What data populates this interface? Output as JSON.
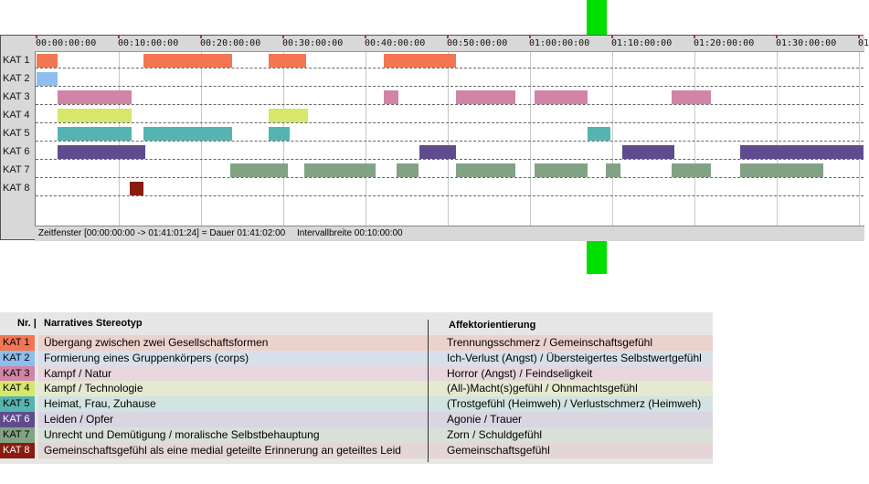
{
  "timeline": {
    "ticks": [
      "00:00:00:00",
      "00:10:00:00",
      "00:20:00:00",
      "00:30:00:00",
      "00:40:00:00",
      "00:50:00:00",
      "01:00:00:00",
      "01:10:00:00",
      "01:20:00:00",
      "01:30:00:00",
      "01"
    ],
    "status_window": "Zeitfenster [00:00:00:00 -> 01:41:01:24] = Dauer 01:41:02:00",
    "status_interval": "Intervallbreite 00:10:00:00",
    "rows": [
      {
        "label": "KAT 1",
        "color": "#f47552",
        "segments": [
          [
            0,
            2.5
          ],
          [
            13,
            23.8
          ],
          [
            28.2,
            32.8
          ],
          [
            42.2,
            51
          ]
        ]
      },
      {
        "label": "KAT 2",
        "color": "#8ebeee",
        "segments": [
          [
            0,
            2.5
          ]
        ]
      },
      {
        "label": "KAT 3",
        "color": "#d284a8",
        "segments": [
          [
            2.5,
            11.5
          ],
          [
            42.2,
            44
          ],
          [
            51,
            58.2
          ],
          [
            60.5,
            67
          ],
          [
            77.2,
            82
          ]
        ]
      },
      {
        "label": "KAT 4",
        "color": "#d8e66a",
        "segments": [
          [
            2.5,
            11.5
          ],
          [
            28.2,
            33
          ]
        ]
      },
      {
        "label": "KAT 5",
        "color": "#55b4b0",
        "segments": [
          [
            2.5,
            11.5
          ],
          [
            13,
            23.8
          ],
          [
            28.2,
            30.8
          ],
          [
            67,
            69.8
          ]
        ]
      },
      {
        "label": "KAT 6",
        "color": "#5f4c8e",
        "segments": [
          [
            2.5,
            13.2
          ],
          [
            46.5,
            51
          ],
          [
            71.2,
            77.6
          ],
          [
            85.5,
            101
          ]
        ]
      },
      {
        "label": "KAT 7",
        "color": "#82a284",
        "segments": [
          [
            23.5,
            30.5
          ],
          [
            32.5,
            41.2
          ],
          [
            43.8,
            46.5
          ],
          [
            51,
            58.2
          ],
          [
            60.5,
            67
          ],
          [
            69.2,
            71
          ],
          [
            77.2,
            82
          ],
          [
            85.5,
            95.7
          ]
        ]
      },
      {
        "label": "KAT 8",
        "color": "#8b1a10",
        "segments": [
          [
            11.3,
            13
          ]
        ]
      }
    ]
  },
  "legend": {
    "header_nr": "Nr. |",
    "header_stereotyp": "Narratives Stereotyp",
    "header_affekt": "Affektorientierung",
    "rows": [
      {
        "code": "KAT 1",
        "color": "#f47552",
        "band": "#ecd2cc",
        "stereotyp": "Übergang zwischen zwei Gesellschaftsformen",
        "affekt": "Trennungsschmerz / Gemeinschaftsgefühl"
      },
      {
        "code": "KAT 2",
        "color": "#8ebeee",
        "band": "#d7e0ea",
        "stereotyp": "Formierung eines Gruppenkörpers (corps)",
        "affekt": "Ich-Verlust (Angst) / Übersteigertes Selbstwertgefühl"
      },
      {
        "code": "KAT 3",
        "color": "#d284a8",
        "band": "#e8d6de",
        "stereotyp": "Kampf / Natur",
        "affekt": "Horror (Angst) / Feindseligkeit"
      },
      {
        "code": "KAT 4",
        "color": "#d8e66a",
        "band": "#e5e9cf",
        "stereotyp": "Kampf / Technologie",
        "affekt": "(All-)Macht(s)gefühl / Ohnmachtsgefühl"
      },
      {
        "code": "KAT 5",
        "color": "#55b4b0",
        "band": "#d2e4e2",
        "stereotyp": "Heimat, Frau, Zuhause",
        "affekt": "(Trostgefühl (Heimweh) / Verlustschmerz (Heimweh)"
      },
      {
        "code": "KAT 6",
        "color": "#5f4c8e",
        "band": "#d9d6e2",
        "stereotyp": "Leiden / Opfer",
        "affekt": "Agonie / Trauer"
      },
      {
        "code": "KAT 7",
        "color": "#82a284",
        "band": "#d8e0d8",
        "stereotyp": "Unrecht und Demütigung / moralische Selbstbehauptung",
        "affekt": "Zorn / Schuldgefühl"
      },
      {
        "code": "KAT 8",
        "color": "#8b1a10",
        "band": "#e4d6d6",
        "stereotyp": "Gemeinschaftsgefühl als eine medial geteilte Erinnerung an geteiltes Leid",
        "affekt": "Gemeinschaftsgefühl"
      }
    ]
  }
}
